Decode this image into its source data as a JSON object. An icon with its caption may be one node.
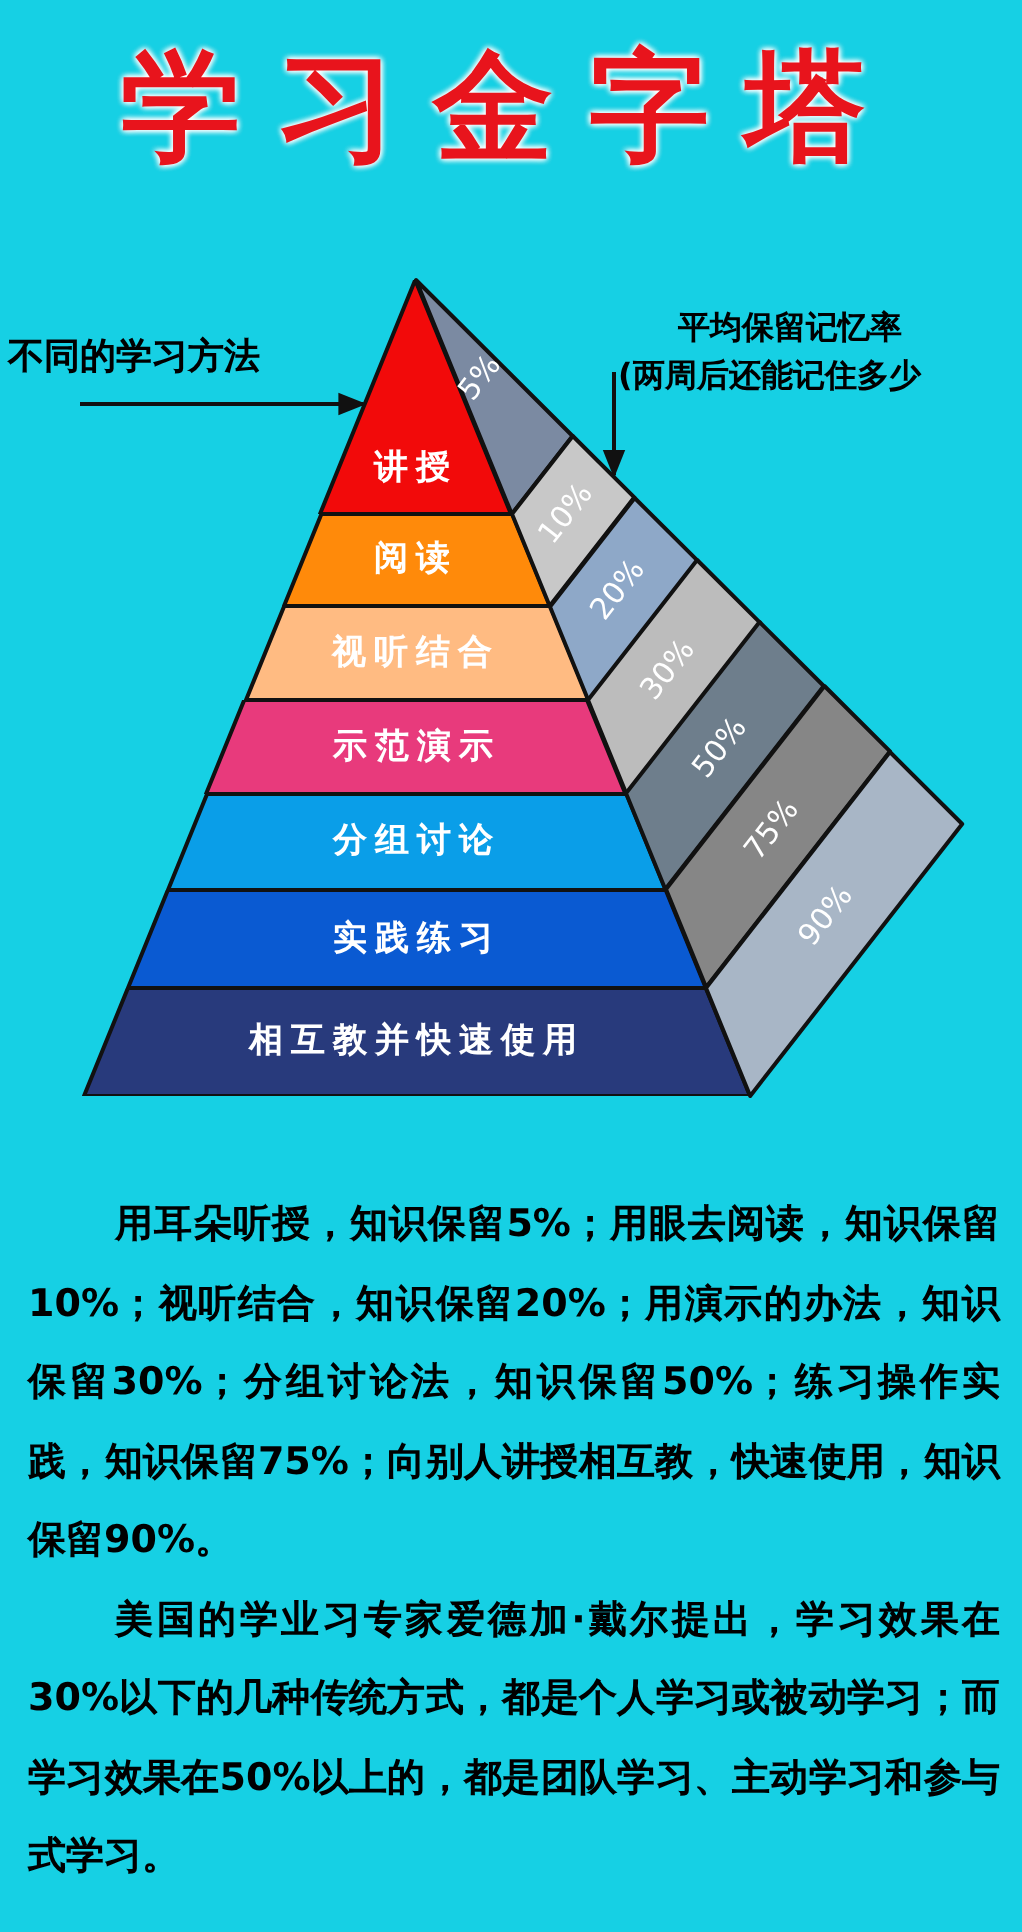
{
  "diagram": {
    "title": "学习金字塔",
    "nodes": [
      {
        "text": [
          "不同的学习方法"
        ]
      },
      {
        "text": [
          "平均保留记忆率",
          "(两周后还能记住多少"
        ]
      },
      {
        "text": [
          "讲授"
        ]
      },
      {
        "text": [
          "阅读"
        ]
      },
      {
        "text": [
          "视听结合"
        ]
      },
      {
        "text": [
          "示范演示"
        ]
      },
      {
        "text": [
          "分组讨论"
        ]
      },
      {
        "text": [
          "实践练习"
        ]
      },
      {
        "text": [
          "相互教并快速使用"
        ]
      },
      {
        "text": [
          "5%"
        ]
      },
      {
        "text": [
          "10%"
        ]
      },
      {
        "text": [
          "20%"
        ]
      },
      {
        "text": [
          "30%"
        ]
      },
      {
        "text": [
          "50%"
        ]
      },
      {
        "text": [
          "75%"
        ]
      },
      {
        "text": [
          "90%"
        ]
      }
    ],
    "edges": [
      {
        "from": 0,
        "to": 2,
        "arrow": "to"
      },
      {
        "from": 1,
        "to": 10,
        "arrow": "to"
      }
    ],
    "labels": [
      "用耳朵听授，知识保留5%；用眼去阅读，知识保留10%；视听结合，知识保留20%；用演示的办法，知识保留30%；分组讨论法，知识保留50%；练习操作实践，知识保留75%；向别人讲授相互教，快速使用，知识保留90%。",
      "美国的学业习专家爱德加·戴尔提出，学习效果在30%以下的几种传统方式，都是个人学习或被动学习；而学习效果在50%以上的，都是团队学习、主动学习和参与式学习。"
    ]
  }
}
